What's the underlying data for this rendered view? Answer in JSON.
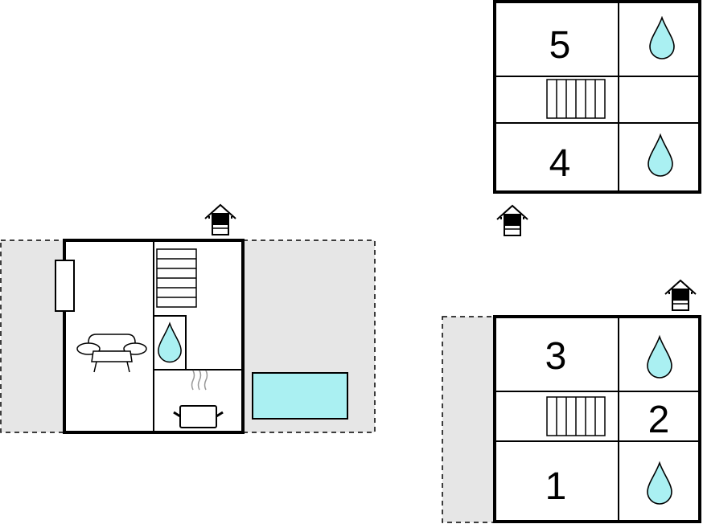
{
  "colors": {
    "wall": "#000000",
    "terrace_fill": "#e6e6e6",
    "water": "#aaf0f2",
    "pool": "#aaf0f2"
  },
  "buildings": [
    {
      "name": "main-house",
      "rooms": [
        "living-room",
        "stairs",
        "bathroom",
        "kitchen"
      ],
      "icons": [
        "sofa-icon",
        "stairs-icon",
        "water-drop-icon",
        "cooking-pot-icon",
        "window-icon",
        "entrance-icon",
        "pool-icon"
      ]
    },
    {
      "name": "upper-floor",
      "bedrooms": [
        {
          "label": "5",
          "icon": "water-drop-icon"
        },
        {
          "label": "4",
          "icon": "water-drop-icon"
        }
      ],
      "icons": [
        "stairs-icon",
        "entrance-icon"
      ]
    },
    {
      "name": "annex",
      "bedrooms": [
        {
          "label": "3",
          "icon": "water-drop-icon"
        },
        {
          "label": "2",
          "icon": null
        },
        {
          "label": "1",
          "icon": "water-drop-icon"
        }
      ],
      "icons": [
        "stairs-icon",
        "entrance-icon"
      ]
    }
  ]
}
